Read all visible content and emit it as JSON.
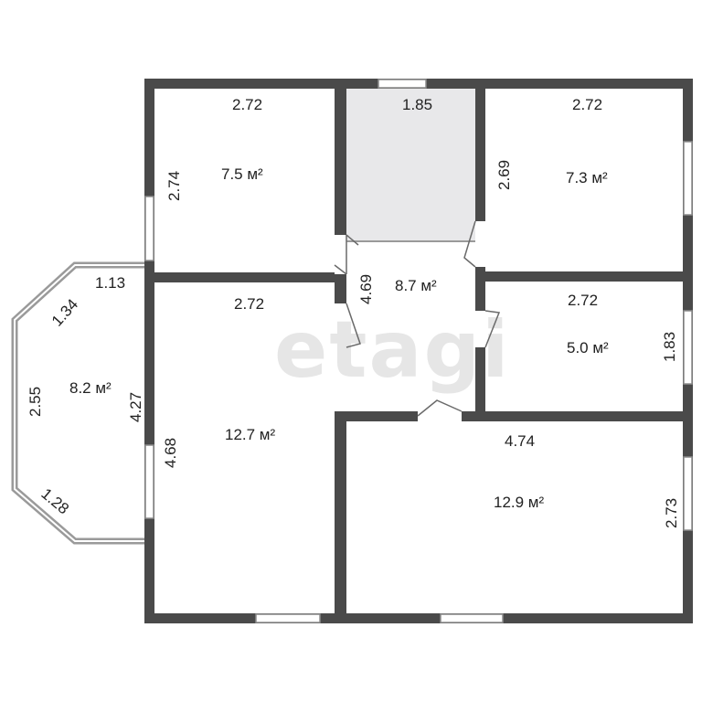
{
  "colors": {
    "wall": "#4a4a4a",
    "window": "#9a9a9a",
    "shaded_room": "#e8e8ea",
    "text": "#222222",
    "background": "#ffffff"
  },
  "watermark": "etagi",
  "rooms": {
    "top_left": {
      "area": "7.5 м²",
      "width": "2.72",
      "height": "2.74"
    },
    "bath": {
      "width": "1.85"
    },
    "top_right": {
      "area": "7.3 м²",
      "width": "2.72",
      "height": "2.69"
    },
    "hall": {
      "area": "8.7 м²",
      "height": "4.69"
    },
    "mid_right": {
      "area": "5.0 м²",
      "width": "2.72",
      "height": "1.83"
    },
    "left_big": {
      "area": "12.7 м²",
      "width": "2.72",
      "height": "4.68"
    },
    "bay": {
      "area": "8.2 м²",
      "top": "1.13",
      "diag_top": "1.34",
      "left": "2.55",
      "diag_bottom": "1.28",
      "right": "4.27"
    },
    "bottom_right": {
      "area": "12.9 м²",
      "width": "4.74",
      "height": "2.73"
    }
  }
}
